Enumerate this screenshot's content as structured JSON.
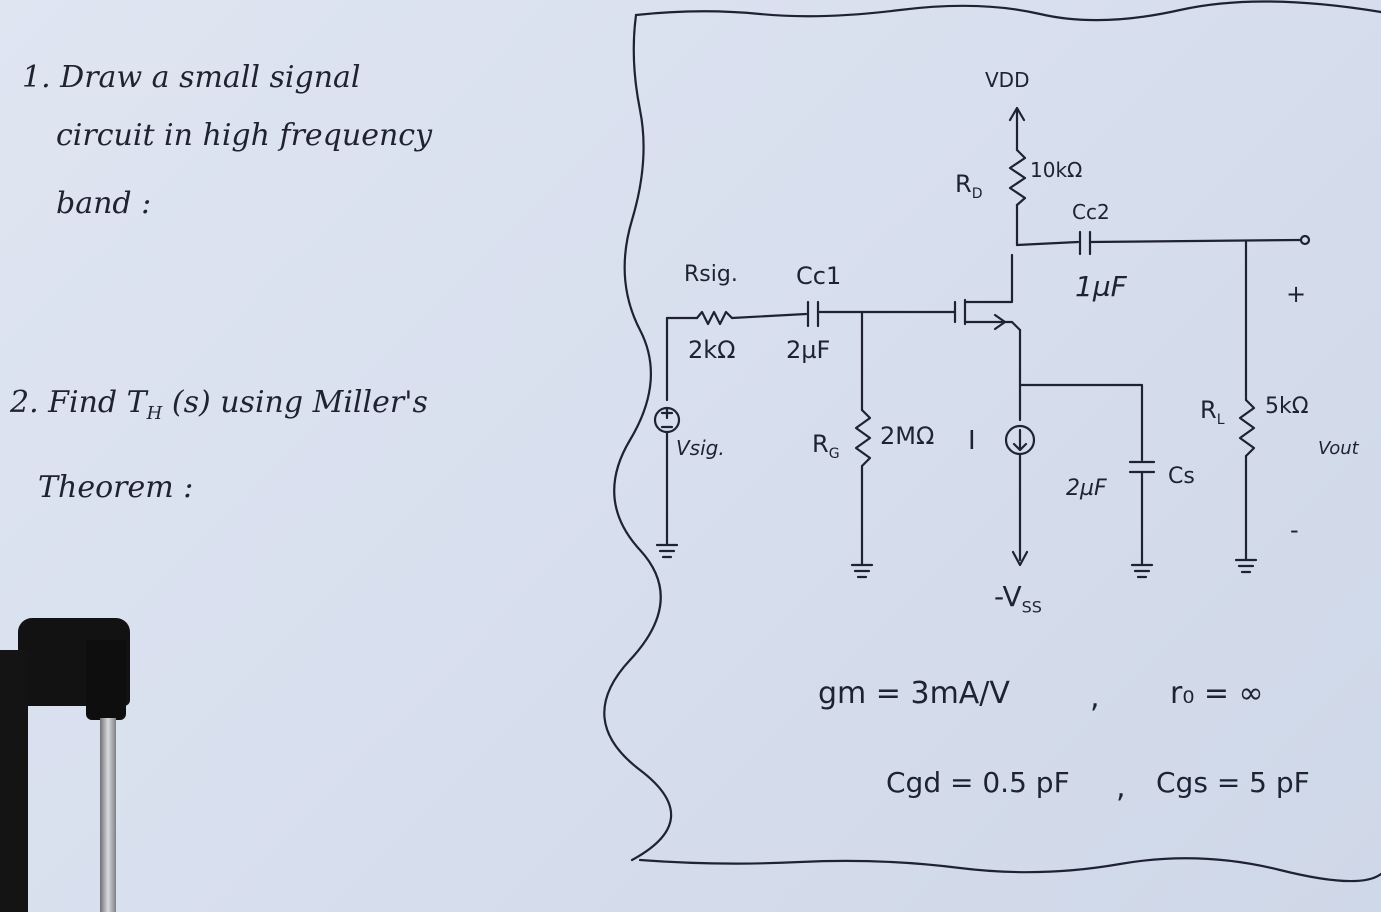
{
  "questions": {
    "q1_line1": "1. Draw a small signal",
    "q1_line2": "circuit in high frequency",
    "q1_line3": "band :",
    "q2_line1": "2. Find T",
    "q2_sub": "H",
    "q2_line1b": "(s) using Miller's",
    "q2_line2": "Theorem :"
  },
  "circuit": {
    "vdd": "VDD",
    "rd_name": "R",
    "rd_sub": "D",
    "rd_value": "10kΩ",
    "cc2_name": "Cc2",
    "cc2_value": "1µF",
    "rsig_name": "Rsig.",
    "rsig_value": "2kΩ",
    "cc1_name": "Cc1",
    "cc1_value": "2µF",
    "rg_name": "R",
    "rg_sub": "G",
    "rg_value": "2MΩ",
    "vsig": "Vsig.",
    "current_source": "I",
    "cs_name": "Cs",
    "cs_value": "2µF",
    "vss": "-V",
    "vss_sub": "SS",
    "rl_name": "R",
    "rl_sub": "L",
    "rl_value": "5kΩ",
    "vout": "Vout",
    "plus": "+",
    "minus": "-"
  },
  "params": {
    "gm": "gm = 3mA/V",
    "ro": "r₀ = ∞",
    "cgd": "Cgd = 0.5 pF",
    "cgs": "Cgs = 5 pF",
    "sep1": ",",
    "sep2": ","
  }
}
